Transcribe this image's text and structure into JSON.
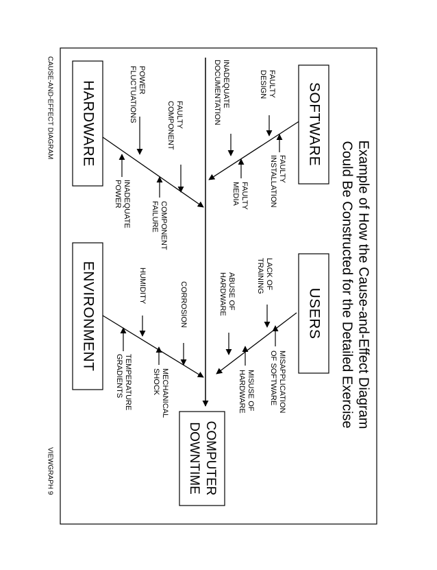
{
  "title": {
    "line1": "Example of How the Cause-and-Effect Diagram",
    "line2": "Could Be Constructed for the Detailed Exercise"
  },
  "side_labels": {
    "left": "CAUSE-AND-EFFECT DIAGRAM",
    "right": "VIEWGRAPH 9"
  },
  "effect": {
    "line1": "COMPUTER",
    "line2": "DOWNTIME"
  },
  "categories": {
    "software": "SOFTWARE",
    "hardware": "HARDWARE",
    "users": "USERS",
    "environment": "ENVIRONMENT"
  },
  "causes": {
    "faulty_design": [
      "FAULTY",
      "DESIGN"
    ],
    "inadequate_documentation": [
      "INADEQUATE",
      "DOCUMENTATION"
    ],
    "faulty_installation": [
      "FAULTY",
      "INSTALLATION"
    ],
    "faulty_media": [
      "FAULTY",
      "MEDIA"
    ],
    "power_fluctuations": [
      "POWER",
      "FLUCTUATIONS"
    ],
    "faulty_component": [
      "FAULTY",
      "COMPONENT"
    ],
    "inadequate_power": [
      "INADEQUATE",
      "POWER"
    ],
    "component_failure": [
      "COMPONENT",
      "FAILURE"
    ],
    "lack_of_training": [
      "LACK OF",
      "TRAINING"
    ],
    "abuse_of_hardware": [
      "ABUSE OF",
      "HARDWARE"
    ],
    "misapplication_of_software": [
      "MISAPPLICATION",
      "OF SOFTWARE"
    ],
    "misuse_of_hardware": [
      "MISUSE OF",
      "HARDWARE"
    ],
    "humidity": [
      "HUMIDITY"
    ],
    "corrosion": [
      "CORROSION"
    ],
    "temperature_gradients": [
      "TEMPERATURE",
      "GRADIENTS"
    ],
    "mechanical_shock": [
      "MECHANICAL",
      "SHOCK"
    ]
  }
}
